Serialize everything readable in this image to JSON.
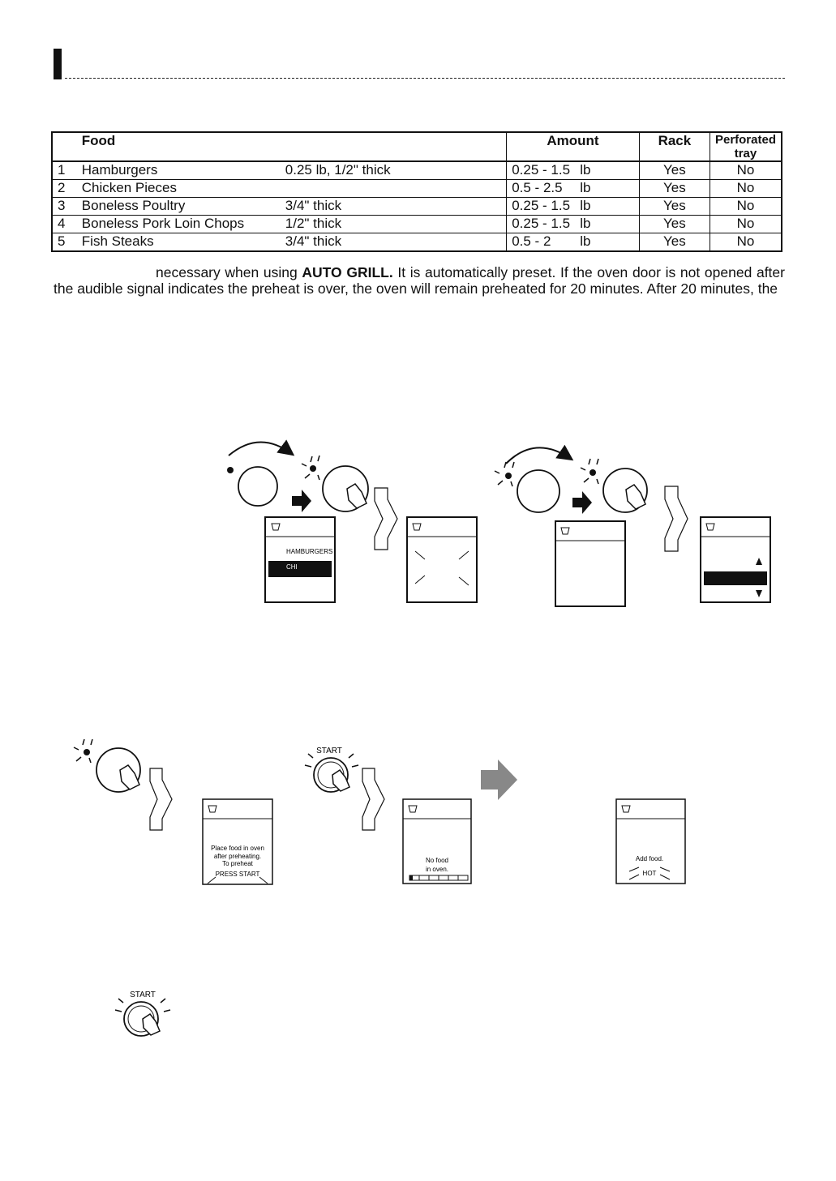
{
  "table": {
    "headers": [
      "Food",
      "Amount",
      "Rack",
      "Perforated",
      "tray"
    ],
    "rows": [
      {
        "num": "1",
        "food": "Hamburgers",
        "spec": "0.25 lb, 1/2\" thick",
        "amount": "0.25 - 1.5",
        "unit": "lb",
        "rack": "Yes",
        "tray": "No"
      },
      {
        "num": "2",
        "food": "Chicken Pieces",
        "spec": "",
        "amount": "0.5 - 2.5",
        "unit": "lb",
        "rack": "Yes",
        "tray": "No"
      },
      {
        "num": "3",
        "food": "Boneless Poultry",
        "spec": "3/4\" thick",
        "amount": "0.25 - 1.5",
        "unit": "lb",
        "rack": "Yes",
        "tray": "No"
      },
      {
        "num": "4",
        "food": "Boneless Pork Loin Chops",
        "spec": "1/2\" thick",
        "amount": "0.25 - 1.5",
        "unit": "lb",
        "rack": "Yes",
        "tray": "No"
      },
      {
        "num": "5",
        "food": "Fish Steaks",
        "spec": "3/4\" thick",
        "amount": "0.5 - 2",
        "unit": "lb",
        "rack": "Yes",
        "tray": "No"
      }
    ]
  },
  "paragraph": {
    "before_bold": "necessary when using ",
    "bold": "AUTO GRILL.",
    "after_bold": " It is automatically preset. If the oven door is not opened after the audible signal indicates the preheat is over, the oven will remain preheated for 20 minutes. After 20 minutes, the"
  },
  "figures": {
    "lcd1_line1": "HAMBURGERS",
    "lcd1_line2": "CHI",
    "lcd_preheat": [
      "Place food in oven",
      "after preheating.",
      "To preheat",
      "PRESS START"
    ],
    "lcd_nofood": [
      "No food",
      "in oven."
    ],
    "lcd_add": [
      "Add food.",
      "HOT"
    ],
    "start_label_1": "START",
    "start_label_2": "START"
  }
}
